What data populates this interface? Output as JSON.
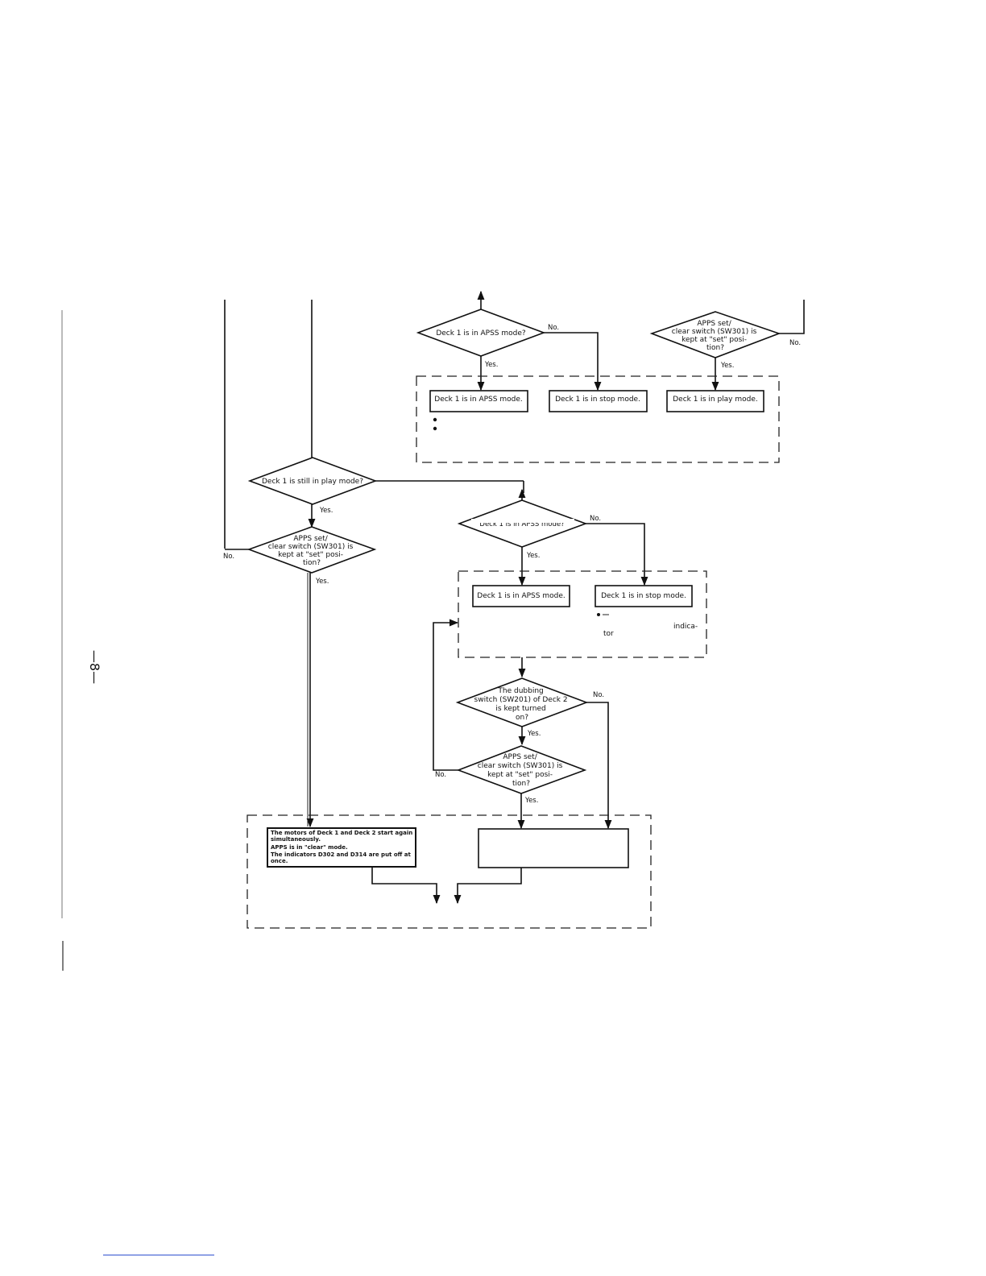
{
  "page_number": "—8—",
  "decisions": {
    "d_apss_top": [
      "Deck 1 is in APSS mode?"
    ],
    "d_apps_top": [
      "APPS set/",
      "clear switch (SW301) is",
      "kept at \"set\" posi-",
      "tion?"
    ],
    "d_still_play": [
      "Deck 1 is still in play mode?"
    ],
    "d_apps_left": [
      "APPS set/",
      "clear switch (SW301) is",
      "kept at \"set\" posi-",
      "tion?"
    ],
    "d_apss_mid": [
      "Deck 1 is in APSS mode?"
    ],
    "d_dubbing": [
      "The dubbing",
      "switch (SW201) of Deck 2",
      "is kept turned",
      "on?"
    ],
    "d_apps_low": [
      "APPS set/",
      "clear switch (SW301) is",
      "kept at \"set\" posi-",
      "tion?"
    ]
  },
  "boxes": {
    "b_apss_top": "Deck 1 is in APSS mode.",
    "b_stop_top": "Deck 1 is in stop mode.",
    "b_play_top": "Deck 1 is in play mode.",
    "b_apss_mid": "Deck 1 is in APSS mode.",
    "b_stop_mid": "Deck 1 is in stop mode.",
    "b_motors": [
      "The motors of Deck 1 and Deck 2 start again",
      "simultaneously.",
      "APPS is in \"clear\" mode.",
      "The indicators D302 and D314 are put off at",
      "once."
    ]
  },
  "answers": {
    "yes": "Yes.",
    "no": "No."
  },
  "fragments": {
    "indica": "indica-",
    "tor": "tor"
  }
}
